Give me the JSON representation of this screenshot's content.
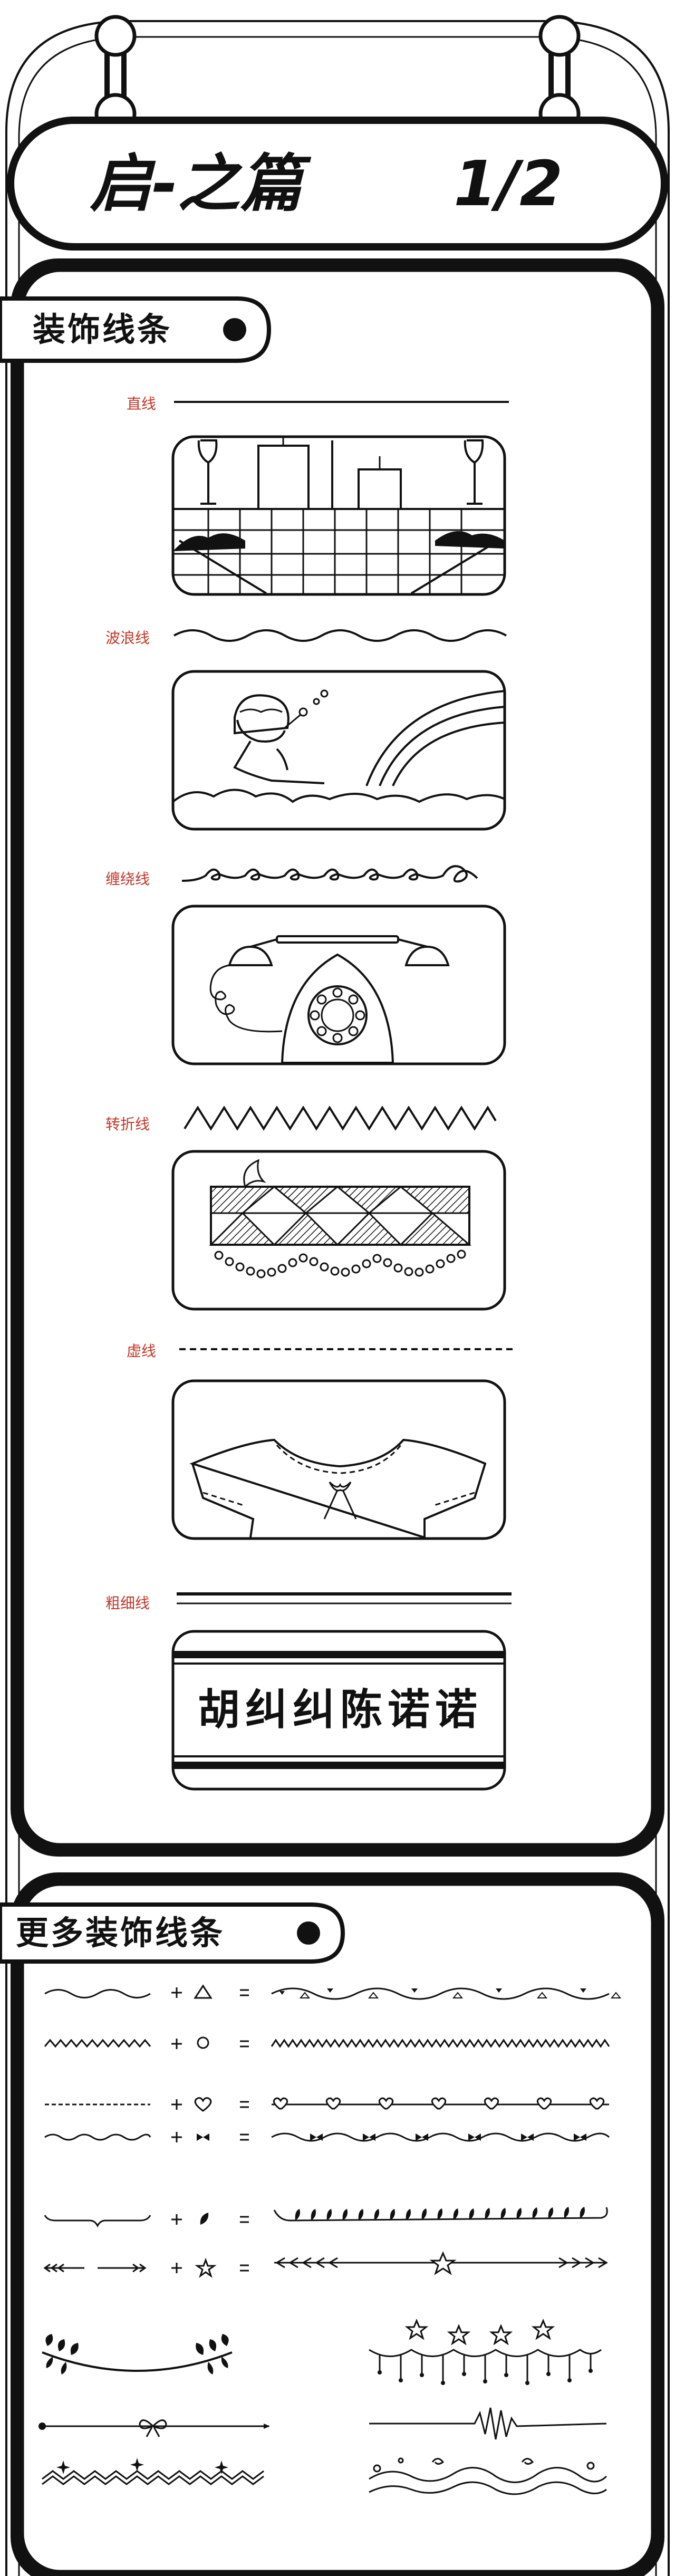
{
  "header": {
    "title": "启-之篇",
    "page_indicator": "1/2"
  },
  "section1": {
    "label": "装饰线条",
    "items": [
      {
        "label": "直线"
      },
      {
        "label": "波浪线"
      },
      {
        "label": "缠绕线"
      },
      {
        "label": "转折线"
      },
      {
        "label": "虚线"
      },
      {
        "label": "粗细线"
      }
    ],
    "banner_text": "胡纠纠陈诺诺"
  },
  "section2": {
    "label": "更多装饰线条"
  },
  "colors": {
    "ink": "#111111",
    "label_red": "#c0392b",
    "background": "#ffffff"
  }
}
